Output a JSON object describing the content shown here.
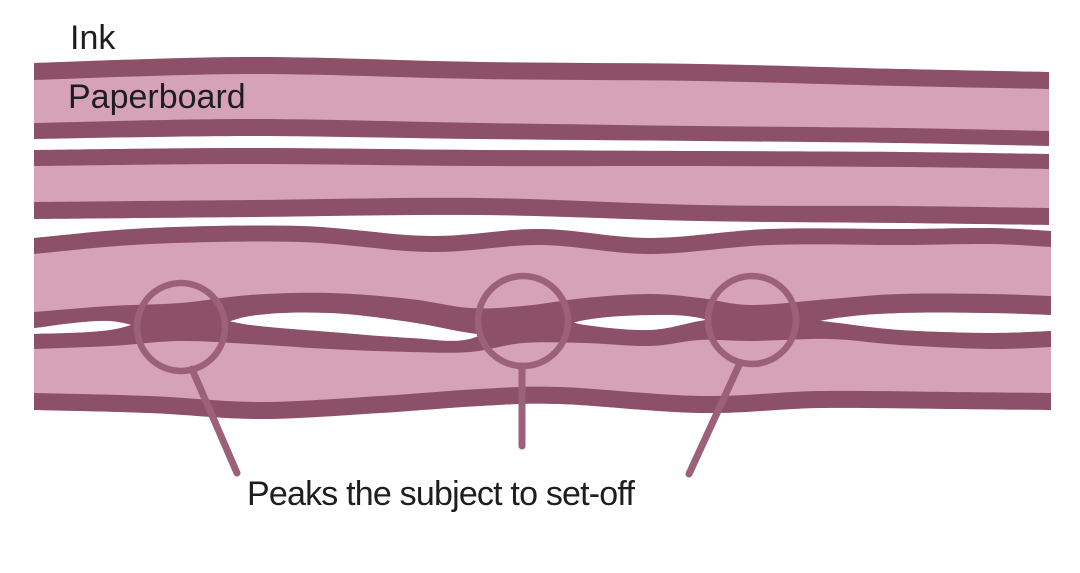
{
  "diagram": {
    "type": "print-set-off-layer-illustration",
    "labels": {
      "ink": "Ink",
      "paperboard": "Paperboard"
    },
    "caption": "Peaks the subject to set-off",
    "callout_count": 3
  },
  "colors": {
    "ink_dark": "#8C5168",
    "paperboard_light": "#D6A2B8",
    "annotation": "#9C6078",
    "text": "#1E1E1E",
    "background": "#FFFFFF"
  }
}
